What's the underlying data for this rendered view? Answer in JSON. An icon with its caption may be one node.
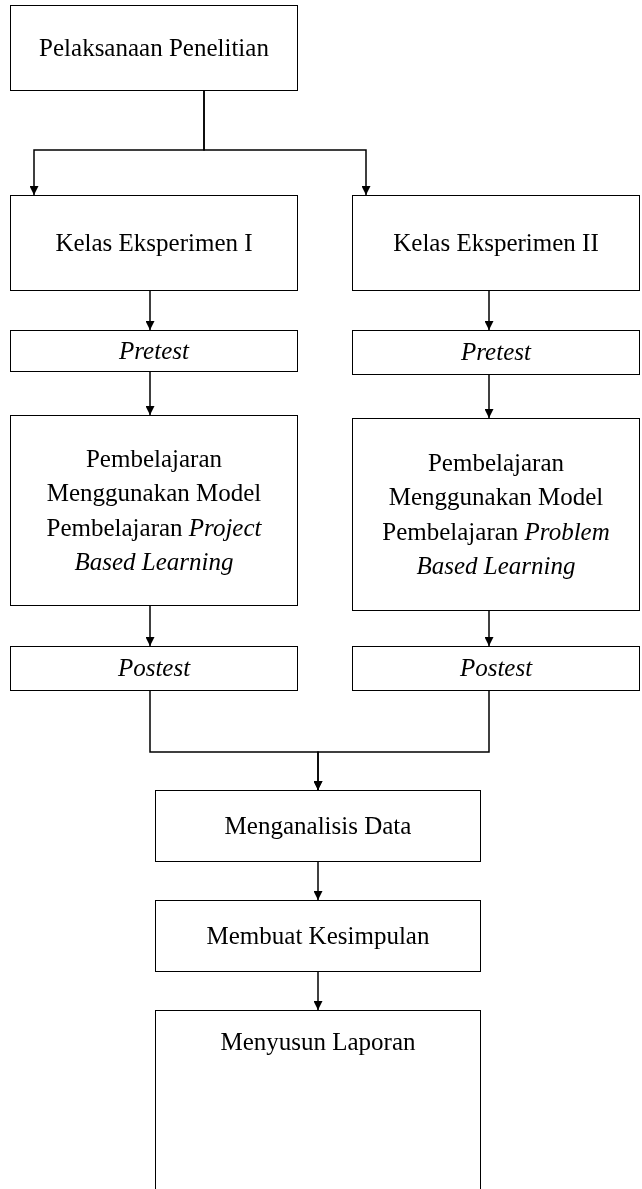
{
  "diagram": {
    "nodes": [
      {
        "text": [
          "Pelaksanaan Penelitian"
        ]
      },
      {
        "text": [
          "Kelas Eksperimen I"
        ]
      },
      {
        "text": [
          "Kelas Eksperimen II"
        ]
      },
      {
        "text": [
          "Pretest"
        ]
      },
      {
        "text": [
          "Pretest"
        ]
      },
      {
        "text": [
          "Pembelajaran Menggunakan Model Pembelajaran *Project Based Learning*"
        ]
      },
      {
        "text": [
          "Pembelajaran Menggunakan Model Pembelajaran *Problem Based Learning*"
        ]
      },
      {
        "text": [
          "Postest"
        ]
      },
      {
        "text": [
          "Postest"
        ]
      },
      {
        "text": [
          "Menganalisis Data"
        ]
      },
      {
        "text": [
          "Membuat Kesimpulan"
        ]
      },
      {
        "text": [
          "Menyusun Laporan"
        ]
      }
    ],
    "edges": [
      {
        "from": 0,
        "to": 1,
        "arrow": "to"
      },
      {
        "from": 0,
        "to": 2,
        "arrow": "to"
      },
      {
        "from": 1,
        "to": 3,
        "arrow": "to"
      },
      {
        "from": 2,
        "to": 4,
        "arrow": "to"
      },
      {
        "from": 3,
        "to": 5,
        "arrow": "to"
      },
      {
        "from": 4,
        "to": 6,
        "arrow": "to"
      },
      {
        "from": 5,
        "to": 7,
        "arrow": "to"
      },
      {
        "from": 6,
        "to": 8,
        "arrow": "to"
      },
      {
        "from": 7,
        "to": 9,
        "arrow": "to"
      },
      {
        "from": 8,
        "to": 9,
        "arrow": "to"
      },
      {
        "from": 9,
        "to": 10,
        "arrow": "to"
      },
      {
        "from": 10,
        "to": 11,
        "arrow": "to"
      }
    ]
  }
}
